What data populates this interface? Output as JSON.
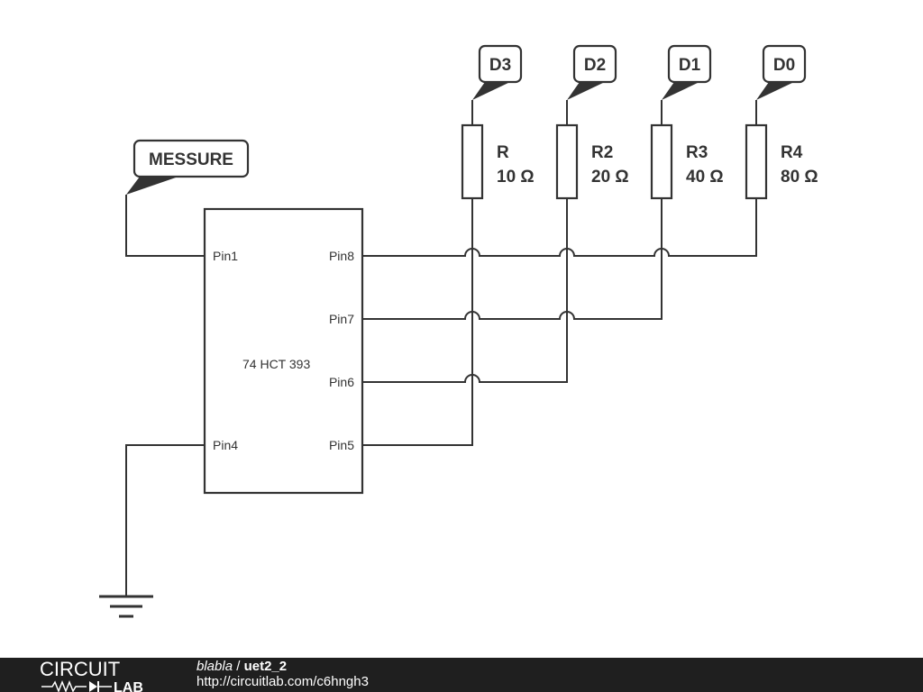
{
  "chip": {
    "name": "74 HCT 393",
    "pins": {
      "pin1": "Pin1",
      "pin4": "Pin4",
      "pin5": "Pin5",
      "pin6": "Pin6",
      "pin7": "Pin7",
      "pin8": "Pin8"
    }
  },
  "net_labels": {
    "messure": "MESSURE",
    "d3": "D3",
    "d2": "D2",
    "d1": "D1",
    "d0": "D0"
  },
  "resistors": [
    {
      "name": "R",
      "value": "10 Ω"
    },
    {
      "name": "R2",
      "value": "20 Ω"
    },
    {
      "name": "R3",
      "value": "40 Ω"
    },
    {
      "name": "R4",
      "value": "80 Ω"
    }
  ],
  "footer": {
    "logo_top": "CIRCUIT",
    "logo_bottom": "LAB",
    "user": "blabla",
    "separator": " / ",
    "project": "uet2_2",
    "url": "http://circuitlab.com/c6hngh3"
  }
}
